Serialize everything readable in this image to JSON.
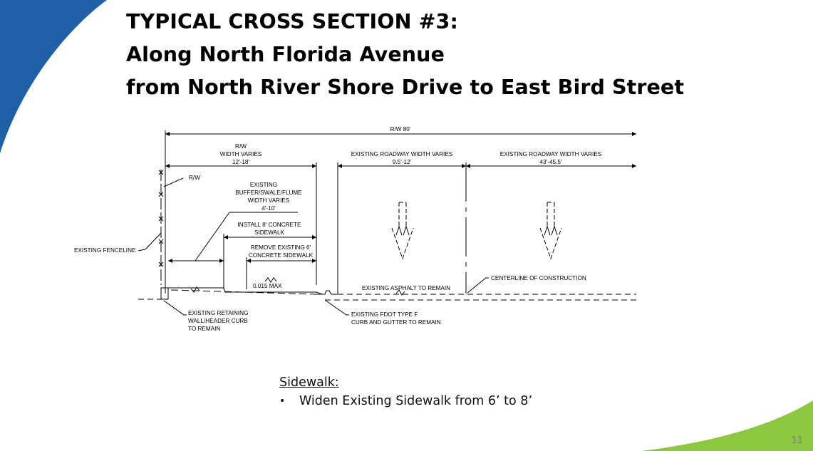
{
  "slide": {
    "title_lines": [
      "TYPICAL CROSS SECTION #3:",
      "Along North Florida Avenue",
      "from North River Shore Drive to East Bird Street"
    ],
    "page_number": "11",
    "colors": {
      "blue_swoosh": "#1f5fa6",
      "green_swoosh": "#8dc63f",
      "page_number": "#7f7f7f"
    }
  },
  "diagram": {
    "row_total": "R/W 80'",
    "row_left_1": "R/W",
    "row_left_2": "WIDTH VARIES",
    "row_left_3": "12'-18'",
    "road1_1": "EXISTING ROADWAY WIDTH VARIES",
    "road1_2": "9.5'-12'",
    "road2_1": "EXISTING ROADWAY WIDTH VARIES",
    "road2_2": "43'-45.5'",
    "rw_marker": "R/W",
    "buffer_1": "EXISTING",
    "buffer_2": "BUFFER/SWALE/FLUME",
    "buffer_3": "WIDTH VARIES",
    "buffer_4": "4'-10'",
    "install_1": "INSTALL 8' CONCRETE",
    "install_2": "SIDEWALK",
    "remove_1": "REMOVE EXISTING 6'",
    "remove_2": "CONCRETE SIDEWALK",
    "fenceline": "EXISTING FENCELINE",
    "slope": "0.015 MAX",
    "asphalt": "EXISTING ASPHALT TO REMAIN",
    "centerline": "CENTERLINE OF CONSTRUCTION",
    "wall_1": "EXISTING RETAINING",
    "wall_2": "WALL/HEADER CURB",
    "wall_3": "TO REMAIN",
    "curb_1": "EXISTING FDOT TYPE F",
    "curb_2": "CURB AND GUTTER TO REMAIN"
  },
  "notes": {
    "heading": "Sidewalk:",
    "bullet": "Widen Existing Sidewalk from 6’ to 8’"
  }
}
